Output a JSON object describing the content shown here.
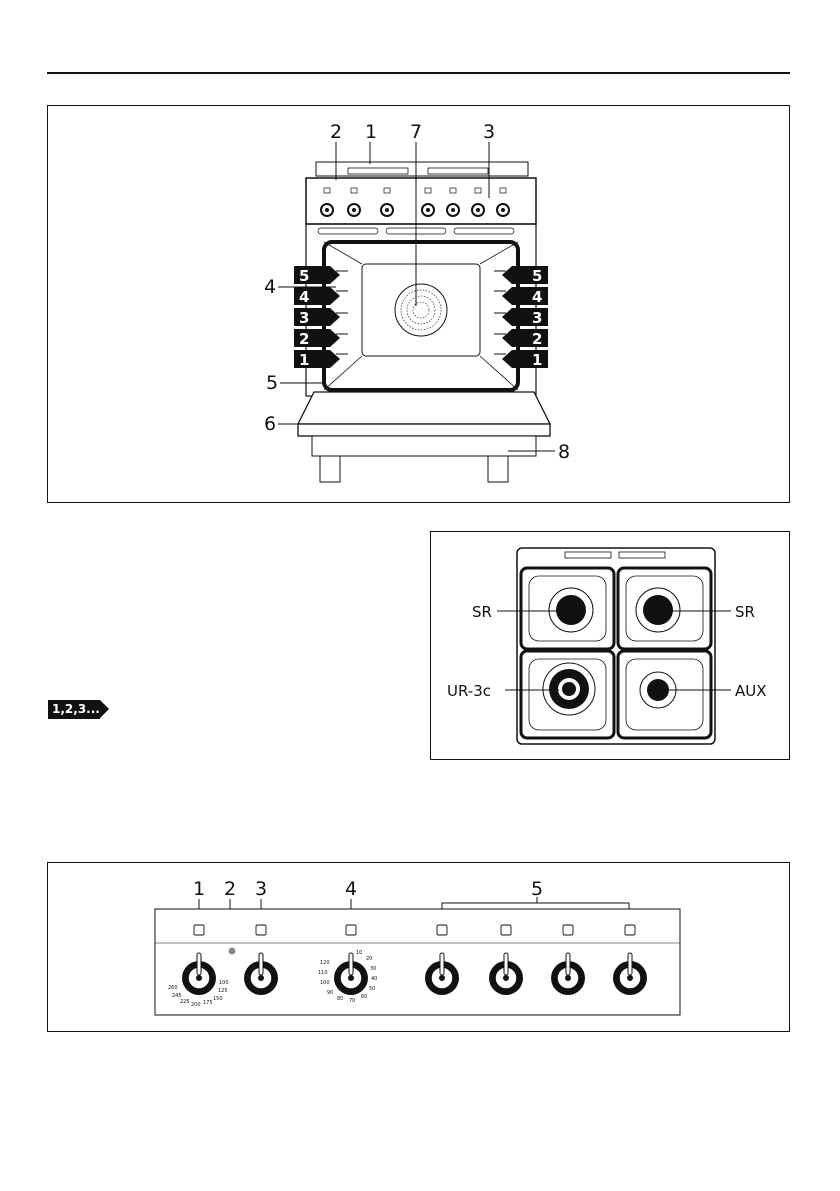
{
  "stove_figure": {
    "callouts": [
      "2",
      "1",
      "7",
      "3",
      "4",
      "5",
      "6",
      "8"
    ],
    "shelf_levels": [
      "5",
      "4",
      "3",
      "2",
      "1"
    ]
  },
  "hob_figure": {
    "burners": {
      "top_left": "SR",
      "top_right": "SR",
      "bottom_left": "UR-3c",
      "bottom_right": "AUX"
    }
  },
  "step_marker": "1,2,3...",
  "control_panel": {
    "callouts": [
      "1",
      "2",
      "3",
      "4",
      "5"
    ],
    "thermostat_scale": [
      "260",
      "245",
      "225",
      "200",
      "175",
      "150",
      "125",
      "100"
    ],
    "timer_scale": [
      "120",
      "110",
      "100",
      "90",
      "80",
      "70",
      "60",
      "50",
      "40",
      "30",
      "20",
      "10"
    ]
  }
}
